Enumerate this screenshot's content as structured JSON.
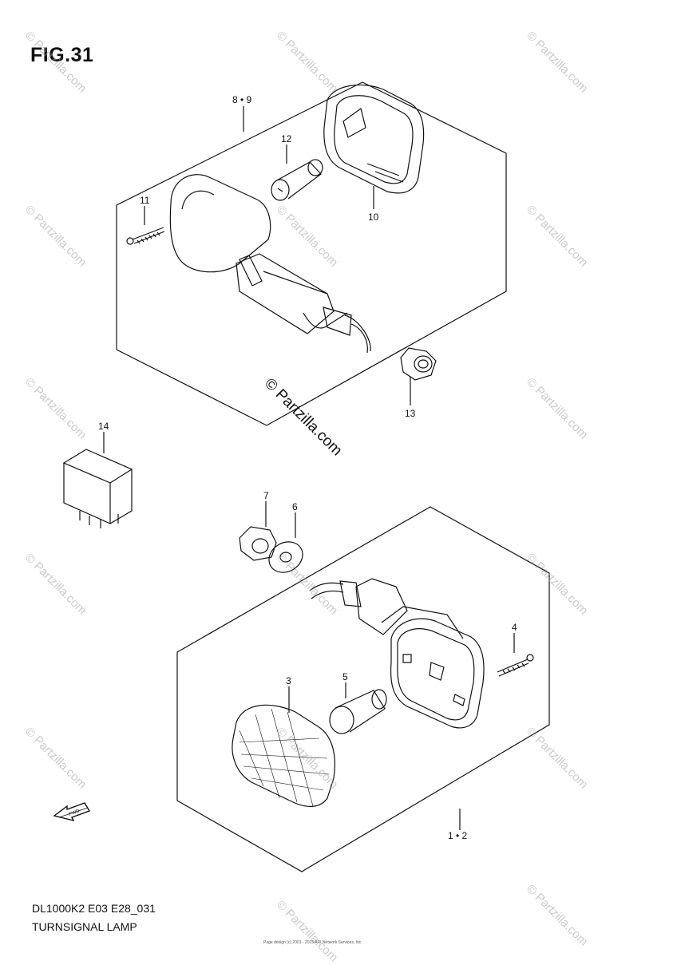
{
  "figure": {
    "title": "FIG.31"
  },
  "callouts": {
    "c8_9": "8 • 9",
    "c12": "12",
    "c11": "11",
    "c10": "10",
    "c13": "13",
    "c14": "14",
    "c7": "7",
    "c6": "6",
    "c4": "4",
    "c3": "3",
    "c5": "5",
    "c1_2": "1 • 2"
  },
  "fwd_label": "FWD",
  "center_watermark": "© Partzilla.com",
  "watermark_text": "© Partzilla.com",
  "footer": {
    "code": "DL1000K2 E03 E28_031",
    "caption": "TURNSIGNAL LAMP",
    "small_print": "Page design (c) 2001 - 2015 ARI Network Services, Inc."
  }
}
